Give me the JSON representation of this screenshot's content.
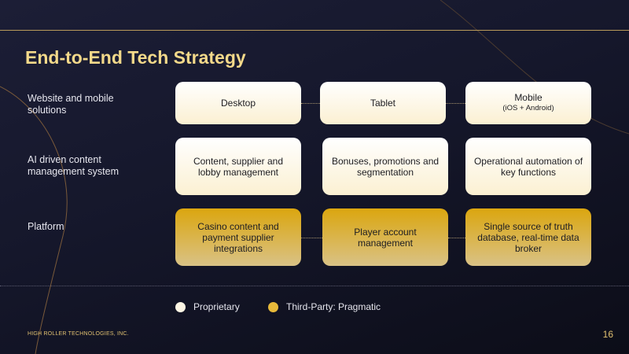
{
  "title": "End-to-End Tech Strategy",
  "rows": [
    {
      "label": "Website and mobile solutions",
      "boxes": [
        {
          "text": "Desktop"
        },
        {
          "text": "Tablet"
        },
        {
          "text": "Mobile",
          "sub": "(iOS + Android)"
        }
      ]
    },
    {
      "label": "AI driven content management system",
      "boxes": [
        {
          "text": "Content, supplier and lobby management"
        },
        {
          "text": "Bonuses, promotions and segmentation"
        },
        {
          "text": "Operational automation of key functions"
        }
      ]
    },
    {
      "label": "Platform",
      "boxes": [
        {
          "text": "Casino content and payment supplier integrations"
        },
        {
          "text": "Player account management"
        },
        {
          "text": "Single source of truth database, real-time data broker"
        }
      ]
    }
  ],
  "legend": [
    {
      "label": "Proprietary",
      "color": "#fdf6e4"
    },
    {
      "label": "Third-Party: Pragmatic",
      "color": "#e7b93a"
    }
  ],
  "footer": "HIGH ROLLER TECHNOLOGIES, INC.",
  "page_number": "16"
}
